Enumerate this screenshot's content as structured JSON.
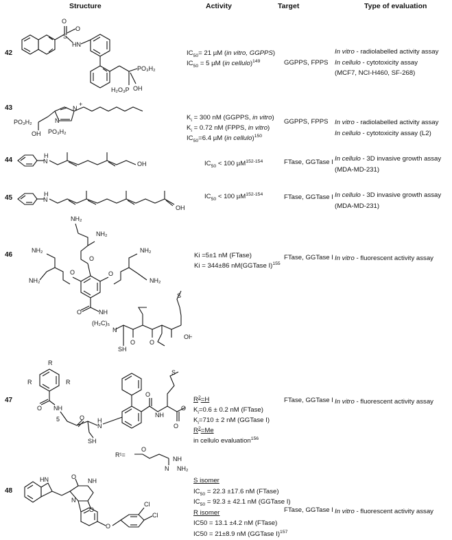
{
  "headers": {
    "structure": "Structure",
    "activity": "Activity",
    "target": "Target",
    "type": "Type of evaluation"
  },
  "rows": [
    {
      "id": "42",
      "act": [
        [
          "IC",
          [
            "sub",
            "50"
          ],
          "= 21 µM (",
          [
            "i",
            "in vitro, GGPPS"
          ],
          ")"
        ],
        [
          "IC",
          [
            "sub",
            "50"
          ],
          " = 5 µM (",
          [
            "i",
            "in cellulo"
          ],
          ")",
          [
            "sup",
            "149"
          ]
        ]
      ],
      "target": "GGPPS, FPPS",
      "eval": [
        [
          [
            "i",
            "In vitro"
          ],
          " - radiolabelled activity assay"
        ],
        [
          [
            "i",
            "In cellulo"
          ],
          " - cytotoxicity assay"
        ],
        [
          "(MCF7, NCI-H460, SF-268)"
        ]
      ]
    },
    {
      "id": "43",
      "act": [
        [
          "K",
          [
            "sub",
            "i"
          ],
          " = 300 nM (GGPPS, ",
          [
            "i",
            "in vitro"
          ],
          ")"
        ],
        [
          "K",
          [
            "sub",
            "i"
          ],
          " = 0.72 nM (FPPS, ",
          [
            "i",
            "in vitro"
          ],
          ")"
        ],
        [
          "IC",
          [
            "sub",
            "50"
          ],
          "=6.4 µM (",
          [
            "i",
            "in cellulo"
          ],
          ")",
          [
            "sup",
            "150"
          ]
        ]
      ],
      "target": "GGPPS, FPPS",
      "eval": [
        [
          [
            "i",
            "In vitro"
          ],
          " - radiolabelled activity assay"
        ],
        [
          [
            "i",
            "In cellulo"
          ],
          " - cytotoxicity assay (L2)"
        ]
      ]
    },
    {
      "id": "44",
      "act": [
        [
          "IC",
          [
            "sub",
            "50"
          ],
          " < 100 µM",
          [
            "sup",
            "152-154"
          ]
        ]
      ],
      "target": "FTase, GGTase I",
      "eval": [
        [
          [
            "i",
            "In cellulo"
          ],
          " - 3D invasive growth assay"
        ],
        [
          "(MDA-MD-231)"
        ]
      ]
    },
    {
      "id": "45",
      "act": [
        [
          "IC",
          [
            "sub",
            "50"
          ],
          " < 100 µM",
          [
            "sup",
            "152-154"
          ]
        ]
      ],
      "target": "FTase, GGTase I",
      "eval": [
        [
          [
            "i",
            "In cellulo"
          ],
          " - 3D invasive growth assay"
        ],
        [
          "(MDA-MD-231)"
        ]
      ]
    },
    {
      "id": "46",
      "act": [
        [
          "Ki =5±1 nM (FTase)"
        ],
        [
          "Ki = 344±86 nM(GGTase I)",
          [
            "sup",
            "155"
          ]
        ]
      ],
      "target": "FTase, GGTase I",
      "eval": [
        [
          [
            "i",
            "In vitro"
          ],
          " - fluorescent activity assay"
        ]
      ]
    },
    {
      "id": "47",
      "act": [
        [
          [
            "u",
            "R"
          ],
          [
            "usup",
            "2"
          ],
          [
            "u",
            "=H"
          ]
        ],
        [
          "K",
          [
            "sub",
            "i"
          ],
          "=0.6 ± 0.2 nM (FTase)"
        ],
        [
          "K",
          [
            "sub",
            "i"
          ],
          "=710 ± 2 nM (GGTase I)"
        ],
        [
          [
            "u",
            "R"
          ],
          [
            "usup",
            "2"
          ],
          [
            "u",
            "=Me"
          ]
        ],
        [
          "in cellulo evaluation",
          [
            "sup",
            "156"
          ]
        ]
      ],
      "target": "FTase, GGTase I",
      "eval": [
        [
          [
            "i",
            "In vitro"
          ],
          " - fluorescent activity assay"
        ]
      ]
    },
    {
      "id": "48",
      "act": [
        [
          [
            "u",
            "S isomer"
          ]
        ],
        [
          "IC",
          [
            "sub",
            "50"
          ],
          " = 22.3 ±17.6 nM (FTase)"
        ],
        [
          "IC",
          [
            "sub",
            "50"
          ],
          " = 92.3 ± 42.1 nM (GGTase I)"
        ],
        [
          [
            "u",
            "R isomer"
          ]
        ],
        [
          "IC50 = 13.1 ±4.2 nM (FTase)"
        ],
        [
          "IC50 = 21±8.9 nM (GGTase I)",
          [
            "sup",
            "157"
          ]
        ]
      ],
      "target": "FTase, GGTase I",
      "eval": [
        [
          [
            "i",
            "In vitro"
          ],
          " - fluorescent activity assay"
        ]
      ]
    }
  ],
  "labels": {
    "l42": [
      "O",
      "S",
      "O",
      "HN",
      "OH",
      "P",
      "O",
      "H",
      "P",
      "O"
    ],
    "s42a": "PO₃H₂",
    "s42b": "H₂O₃P",
    "s42c": "OH",
    "s43a": "PO₃H₂",
    "s43b": "OH",
    "s43c": "PO₃H₂",
    "s43d": "N",
    "s43e": "N",
    "s43f": "+",
    "s44a": "H",
    "s44b": "N",
    "s44c": "OH",
    "s45a": "H",
    "s45b": "N",
    "s45c": "OH",
    "s46nh": "NH₂",
    "s46o": "O",
    "s46nh2": "NH",
    "s46h": "(H₂C)₅",
    "s46n": "N",
    "s46s": "S",
    "s46sh": "SH",
    "s46oh": "OH",
    "s46hh": "H",
    "s47r": "R",
    "s47o": "O",
    "s47nh": "NH",
    "s47h": "N",
    "s47five": "5",
    "s47sh": "SH",
    "s47s": "S",
    "s47r2": "R²",
    "s47r1": "R¹=",
    "s47nh2": "NH₂",
    "s47nhn": "NH",
    "s47hn": "N",
    "s47H": "H",
    "s48hn": "HN",
    "s48o": "O",
    "s48n": "N",
    "s48cl": "Cl",
    "s48nh": "NH",
    "s48ring": "O"
  }
}
